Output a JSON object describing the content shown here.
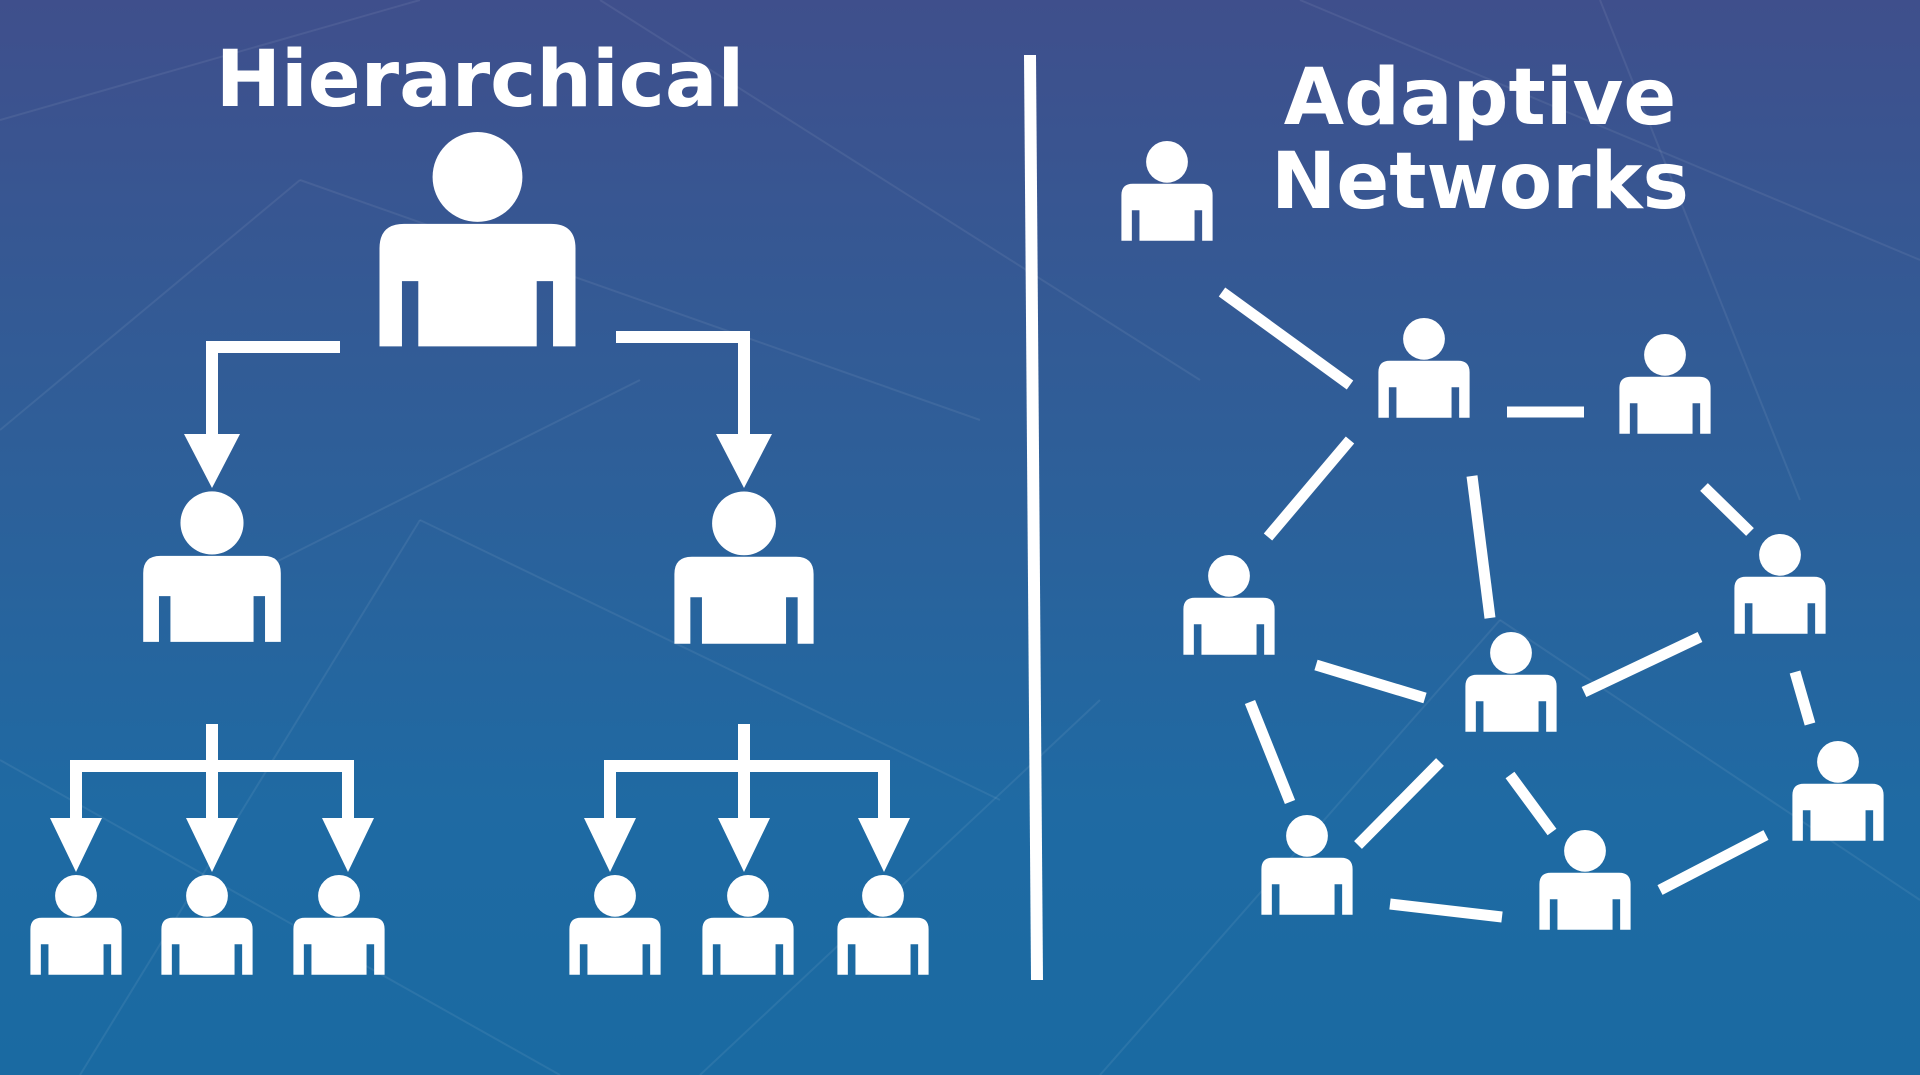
{
  "slide": {
    "left_title": "Hierarchical",
    "right_title_line1": "Adaptive",
    "right_title_line2": "Networks"
  },
  "colors": {
    "background_top": "#3f4f8c",
    "background_bottom": "#1a6aa2",
    "foreground": "#ffffff"
  },
  "icons": {
    "person": "person-icon",
    "arrow": "arrow-down-icon"
  }
}
